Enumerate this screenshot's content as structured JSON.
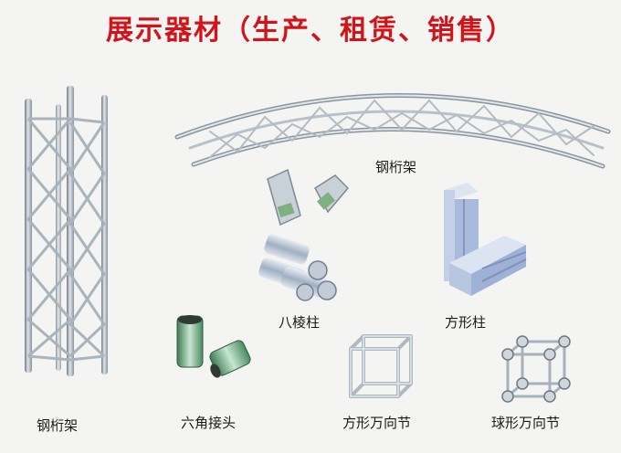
{
  "page": {
    "title": "展示器材（生产、租赁、销售）"
  },
  "products": [
    {
      "id": "tower-truss",
      "label": "钢桁架",
      "icon": "vertical-square-truss"
    },
    {
      "id": "arch-truss",
      "label": "钢桁架",
      "icon": "arched-truss"
    },
    {
      "id": "octagonal-column",
      "label": "八棱柱",
      "icon": "octagonal-aluminum-profile"
    },
    {
      "id": "square-column",
      "label": "方形柱",
      "icon": "square-aluminum-profile"
    },
    {
      "id": "hex-connector",
      "label": "六角接头",
      "icon": "hexagonal-connector"
    },
    {
      "id": "square-cube-node",
      "label": "方形万向节",
      "icon": "square-frame-joint"
    },
    {
      "id": "ball-cube-node",
      "label": "球形万向节",
      "icon": "ball-frame-joint"
    }
  ],
  "colors": {
    "title": "#d0141a",
    "metal": "#b9c3cc",
    "metal_dark": "#7d8893",
    "aluminum_blue": "#aebfe0",
    "green_part": "#5fa070"
  }
}
